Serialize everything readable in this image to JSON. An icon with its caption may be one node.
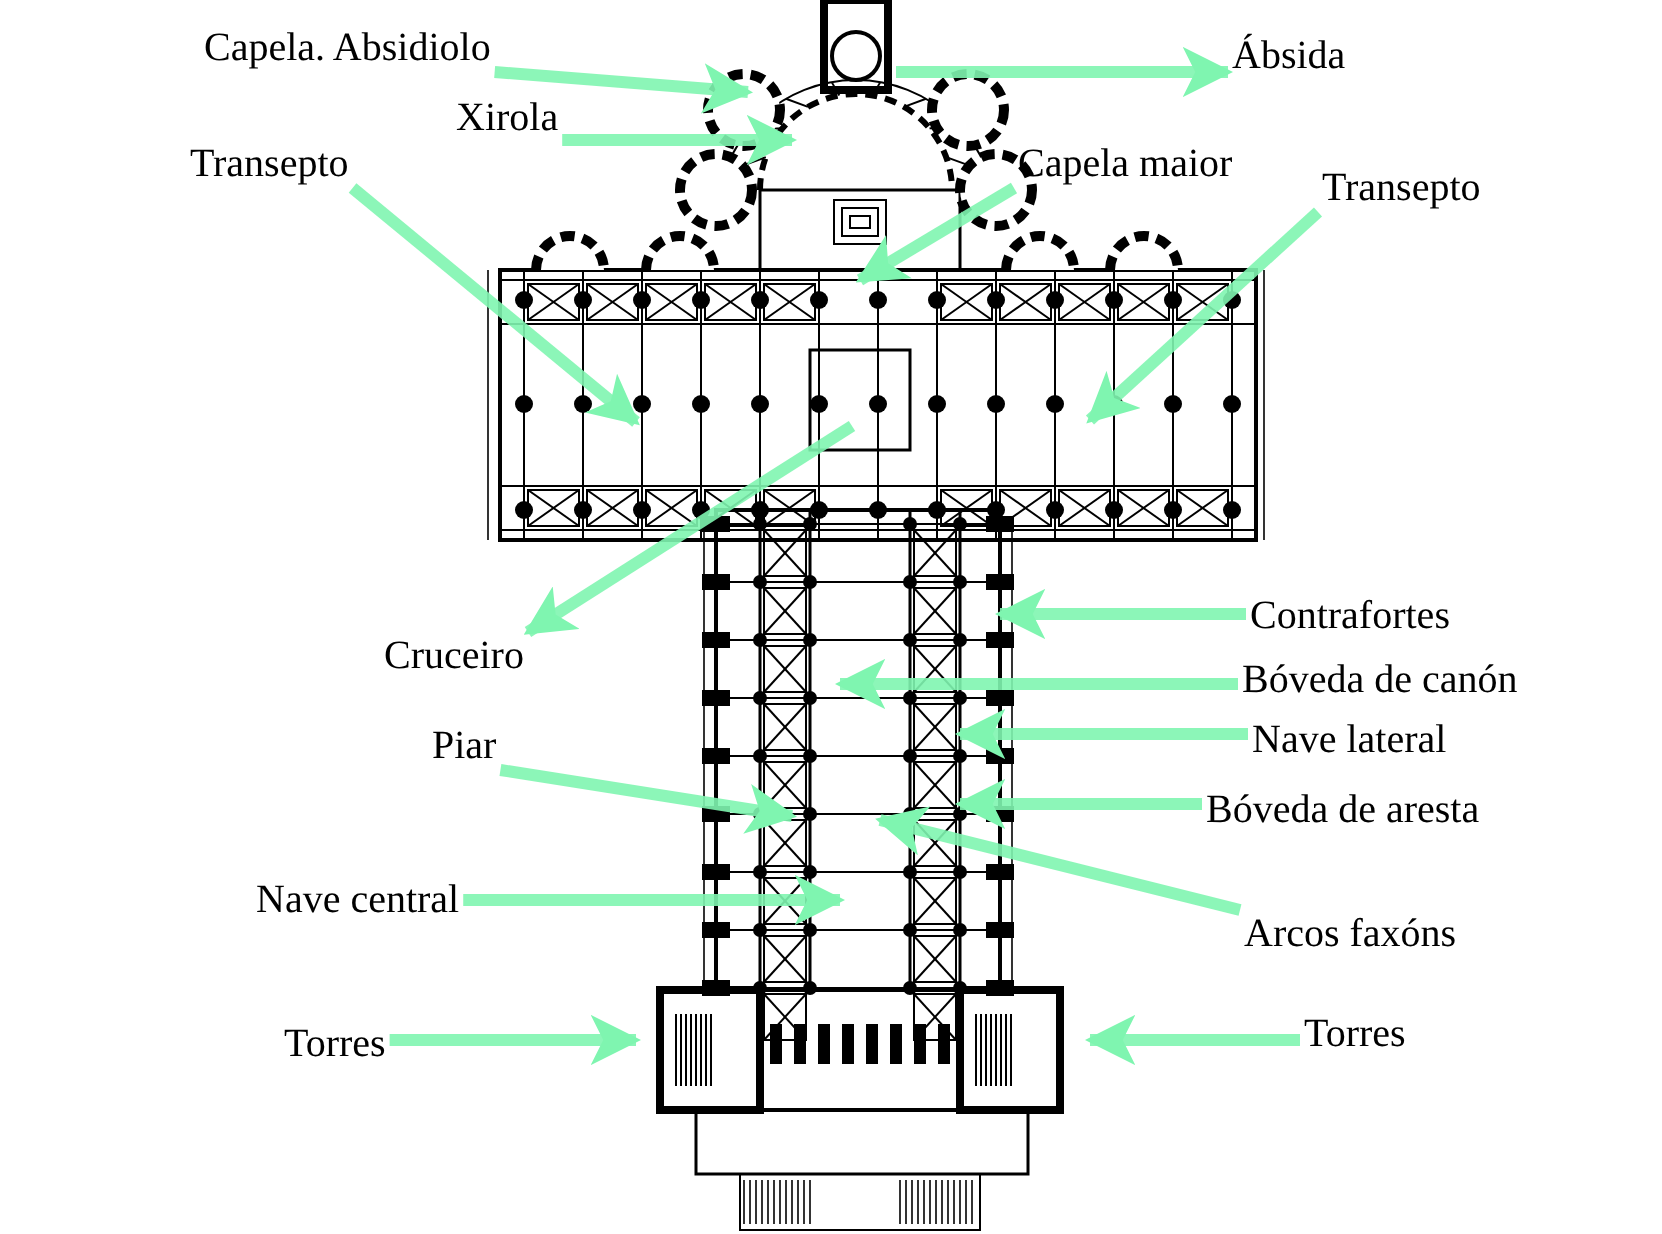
{
  "diagram": {
    "nodes": [
      {
        "text": [
          "Capela. Absidiolo"
        ]
      },
      {
        "text": [
          "Ábsida"
        ]
      },
      {
        "text": [
          "Xirola"
        ]
      },
      {
        "text": [
          "Transepto"
        ]
      },
      {
        "text": [
          "Capela maior"
        ]
      },
      {
        "text": [
          "Transepto"
        ]
      },
      {
        "text": [
          "Contrafortes"
        ]
      },
      {
        "text": [
          "Cruceiro"
        ]
      },
      {
        "text": [
          "Bóveda de canón"
        ]
      },
      {
        "text": [
          "Piar"
        ]
      },
      {
        "text": [
          "Nave lateral"
        ]
      },
      {
        "text": [
          "Bóveda de aresta"
        ]
      },
      {
        "text": [
          "Nave central"
        ]
      },
      {
        "text": [
          "Arcos faxóns"
        ]
      },
      {
        "text": [
          "Torres"
        ]
      },
      {
        "text": [
          "Torres"
        ]
      }
    ],
    "edges": [
      {
        "from": 0,
        "to": null,
        "arrow": "to"
      },
      {
        "from": null,
        "to": 1,
        "arrow": "to"
      },
      {
        "from": 2,
        "to": null,
        "arrow": "to"
      },
      {
        "from": 3,
        "to": null,
        "arrow": "to"
      },
      {
        "from": 4,
        "to": null,
        "arrow": "to"
      },
      {
        "from": 5,
        "to": null,
        "arrow": "to"
      },
      {
        "from": 6,
        "to": null,
        "arrow": "to"
      },
      {
        "from": null,
        "to": 7,
        "arrow": "to"
      },
      {
        "from": 8,
        "to": null,
        "arrow": "to"
      },
      {
        "from": 9,
        "to": null,
        "arrow": "to"
      },
      {
        "from": 10,
        "to": null,
        "arrow": "to"
      },
      {
        "from": 11,
        "to": null,
        "arrow": "to"
      },
      {
        "from": 12,
        "to": null,
        "arrow": "to"
      },
      {
        "from": 13,
        "to": null,
        "arrow": "to"
      },
      {
        "from": 14,
        "to": null,
        "arrow": "to"
      },
      {
        "from": 15,
        "to": null,
        "arrow": "to"
      }
    ]
  }
}
